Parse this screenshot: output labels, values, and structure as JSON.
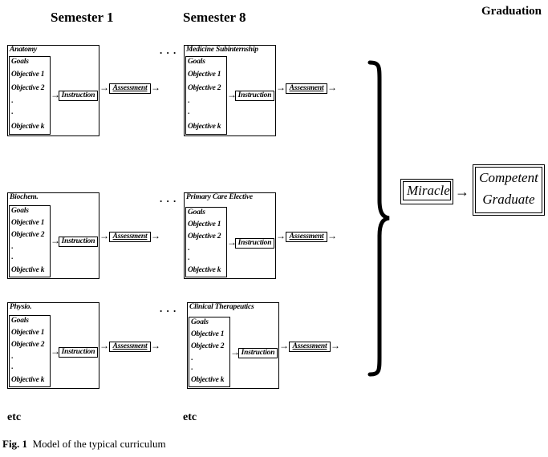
{
  "headers": {
    "semester_first": "Semester 1",
    "semester_last": "Semester 8",
    "graduation": "Graduation"
  },
  "objectives": {
    "goals": "Goals",
    "obj1": "Objective 1",
    "obj2": "Objective 2",
    "dot": ".",
    "objk": "Objective k"
  },
  "steps": {
    "instruction": "Instruction",
    "assessment": "Assessment"
  },
  "courses": {
    "s1": [
      "Anatomy",
      "Biochem.",
      "Physio."
    ],
    "s8": [
      "Medicine Subinternship",
      "Primary Care Elective",
      "Clinical Therapeutics"
    ]
  },
  "ellipsis": ". . .",
  "etc": "etc",
  "outcome": {
    "miracle": "Miracle",
    "competent": "Competent",
    "graduate": "Graduate"
  },
  "caption": {
    "label": "Fig. 1",
    "text": "Model of the typical curriculum"
  }
}
